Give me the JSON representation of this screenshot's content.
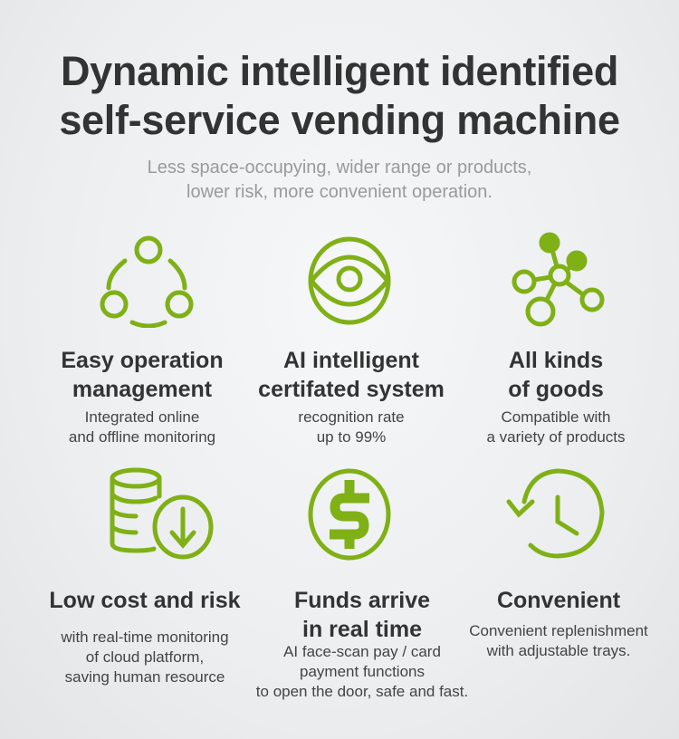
{
  "header": {
    "title_line1": "Dynamic intelligent identified",
    "title_line2": "self-service vending machine",
    "subtitle_line1": "Less space-occupying, wider range or products,",
    "subtitle_line2": "lower risk, more convenient operation."
  },
  "accent_color": "#7fb015",
  "features": [
    {
      "icon": "cycle-nodes-icon",
      "title": [
        "Easy operation",
        "management"
      ],
      "desc": [
        "Integrated online",
        "and offline monitoring"
      ]
    },
    {
      "icon": "eye-icon",
      "title": [
        "AI intelligent",
        "certifated system"
      ],
      "desc": [
        "recognition rate",
        "up to 99%"
      ]
    },
    {
      "icon": "network-nodes-icon",
      "title": [
        "All kinds",
        "of goods"
      ],
      "desc": [
        "Compatible with",
        "a variety of products"
      ]
    },
    {
      "icon": "coins-download-icon",
      "title": [
        "Low cost and risk"
      ],
      "desc": [
        "with real-time monitoring",
        "of cloud platform,",
        "saving human resource"
      ]
    },
    {
      "icon": "dollar-icon",
      "title": [
        "Funds arrive",
        "in real time"
      ],
      "desc": [
        "AI face-scan pay / card",
        "payment functions",
        "to open the door, safe and fast."
      ]
    },
    {
      "icon": "clock-history-icon",
      "title": [
        "Convenient"
      ],
      "desc": [
        "Convenient replenishment",
        "with adjustable trays."
      ]
    }
  ]
}
